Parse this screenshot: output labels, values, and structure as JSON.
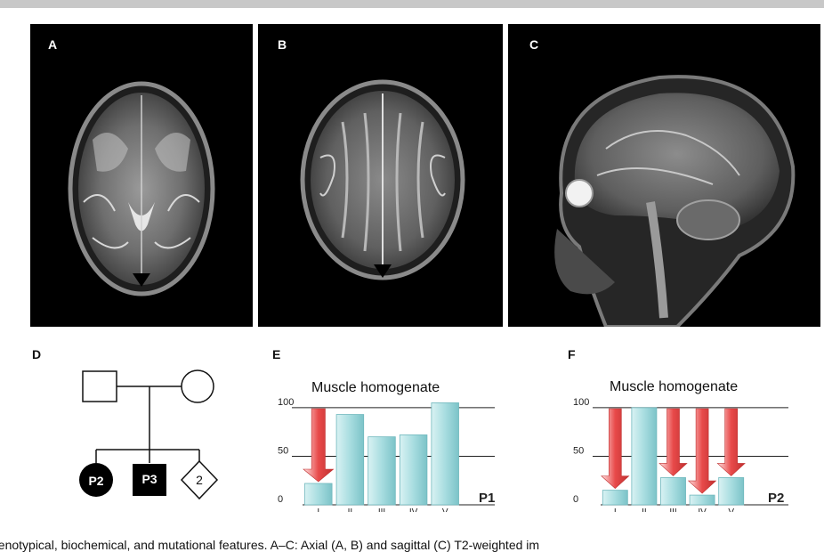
{
  "panels": {
    "a_label": "A",
    "b_label": "B",
    "c_label": "C",
    "d_label": "D",
    "e_label": "E",
    "f_label": "F"
  },
  "pedigree": {
    "child1": "P2",
    "child2": "P3",
    "child3": "2"
  },
  "chart_data": [
    {
      "type": "bar",
      "title": "Muscle homogenate",
      "categories": [
        "I",
        "II",
        "III",
        "IV",
        "V"
      ],
      "values": [
        22,
        93,
        70,
        72,
        105
      ],
      "ylim": [
        0,
        110
      ],
      "yticks": [
        0,
        50,
        100
      ],
      "gridlines": [
        50,
        100
      ],
      "annotation": "P1",
      "arrows": [
        "I"
      ],
      "bar_color": "#a8dde0",
      "arrow_color": "#e84a4a"
    },
    {
      "type": "bar",
      "title": "Muscle homogenate",
      "categories": [
        "I",
        "II",
        "III",
        "IV",
        "V"
      ],
      "values": [
        15,
        100,
        28,
        10,
        28
      ],
      "ylim": [
        0,
        110
      ],
      "yticks": [
        0,
        50,
        100
      ],
      "gridlines": [
        50,
        100
      ],
      "annotation": "P2",
      "arrows": [
        "I",
        "III",
        "IV",
        "V"
      ],
      "bar_color": "#a8dde0",
      "arrow_color": "#e84a4a"
    }
  ],
  "caption": "henotypical, biochemical, and mutational features. A–C: Axial (A, B) and sagittal (C) T2-weighted im"
}
